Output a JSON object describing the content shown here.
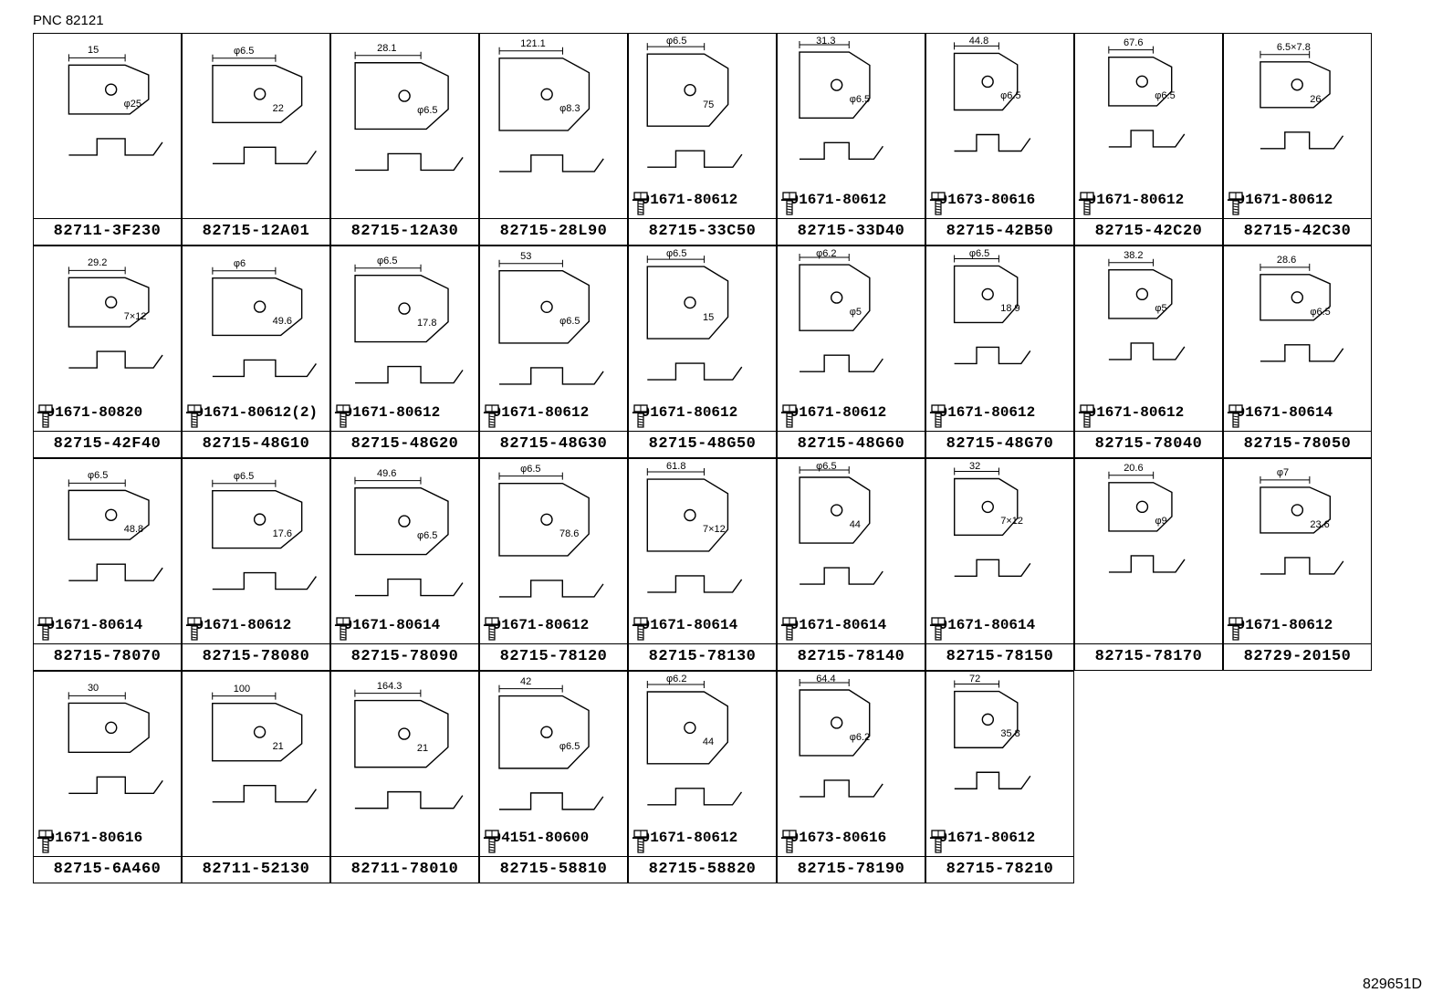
{
  "header": {
    "pnc": "PNC 82121"
  },
  "footer": {
    "doc_id": "829651D"
  },
  "cells": [
    {
      "part": "82711-3F230",
      "bolt": "",
      "dims": [
        "15",
        "φ25"
      ]
    },
    {
      "part": "82715-12A01",
      "bolt": "",
      "dims": [
        "φ6.5",
        "22"
      ]
    },
    {
      "part": "82715-12A30",
      "bolt": "",
      "dims": [
        "28.1",
        "φ6.5"
      ]
    },
    {
      "part": "82715-28L90",
      "bolt": "",
      "dims": [
        "121.1",
        "φ8.3"
      ]
    },
    {
      "part": "82715-33C50",
      "bolt": "91671-80612",
      "dims": [
        "φ6.5",
        "75"
      ]
    },
    {
      "part": "82715-33D40",
      "bolt": "91671-80612",
      "dims": [
        "31.3",
        "φ6.5"
      ]
    },
    {
      "part": "82715-42B50",
      "bolt": "91673-80616",
      "dims": [
        "44.8",
        "φ6.5"
      ]
    },
    {
      "part": "82715-42C20",
      "bolt": "91671-80612",
      "dims": [
        "67.6",
        "φ6.5"
      ]
    },
    {
      "part": "82715-42C30",
      "bolt": "91671-80612",
      "dims": [
        "6.5×7.8",
        "26"
      ]
    },
    {
      "part": "82715-42F40",
      "bolt": "91671-80820",
      "dims": [
        "29.2",
        "7×12"
      ]
    },
    {
      "part": "82715-48G10",
      "bolt": "91671-80612(2)",
      "dims": [
        "φ6",
        "49.6"
      ]
    },
    {
      "part": "82715-48G20",
      "bolt": "91671-80612",
      "dims": [
        "φ6.5",
        "17.8"
      ]
    },
    {
      "part": "82715-48G30",
      "bolt": "91671-80612",
      "dims": [
        "53",
        "φ6.5"
      ]
    },
    {
      "part": "82715-48G50",
      "bolt": "91671-80612",
      "dims": [
        "φ6.5",
        "15"
      ]
    },
    {
      "part": "82715-48G60",
      "bolt": "91671-80612",
      "dims": [
        "φ6.2",
        "φ5"
      ]
    },
    {
      "part": "82715-48G70",
      "bolt": "91671-80612",
      "dims": [
        "φ6.5",
        "18.9"
      ]
    },
    {
      "part": "82715-78040",
      "bolt": "91671-80612",
      "dims": [
        "38.2",
        "φ5"
      ]
    },
    {
      "part": "82715-78050",
      "bolt": "91671-80614",
      "dims": [
        "28.6",
        "φ6.5"
      ]
    },
    {
      "part": "82715-78070",
      "bolt": "91671-80614",
      "dims": [
        "φ6.5",
        "48.8"
      ]
    },
    {
      "part": "82715-78080",
      "bolt": "91671-80612",
      "dims": [
        "φ6.5",
        "17.6"
      ]
    },
    {
      "part": "82715-78090",
      "bolt": "91671-80614",
      "dims": [
        "49.6",
        "φ6.5"
      ]
    },
    {
      "part": "82715-78120",
      "bolt": "91671-80612",
      "dims": [
        "φ6.5",
        "78.6"
      ]
    },
    {
      "part": "82715-78130",
      "bolt": "91671-80614",
      "dims": [
        "61.8",
        "7×12"
      ]
    },
    {
      "part": "82715-78140",
      "bolt": "91671-80614",
      "dims": [
        "φ6.5",
        "44"
      ]
    },
    {
      "part": "82715-78150",
      "bolt": "91671-80614",
      "dims": [
        "32",
        "7×12"
      ]
    },
    {
      "part": "82715-78170",
      "bolt": "",
      "dims": [
        "20.6",
        "φ9"
      ]
    },
    {
      "part": "82729-20150",
      "bolt": "91671-80612",
      "dims": [
        "φ7",
        "23.6"
      ]
    },
    {
      "part": "82715-6A460",
      "bolt": "91671-80616",
      "dims": [
        "30",
        ""
      ]
    },
    {
      "part": "82711-52130",
      "bolt": "",
      "dims": [
        "100",
        "21"
      ]
    },
    {
      "part": "82711-78010",
      "bolt": "",
      "dims": [
        "164.3",
        "21"
      ]
    },
    {
      "part": "82715-58810",
      "bolt": "94151-80600",
      "dims": [
        "42",
        "φ6.5"
      ]
    },
    {
      "part": "82715-58820",
      "bolt": "91671-80612",
      "dims": [
        "φ6.2",
        "44"
      ]
    },
    {
      "part": "82715-78190",
      "bolt": "91673-80616",
      "dims": [
        "64.4",
        "φ6.2"
      ]
    },
    {
      "part": "82715-78210",
      "bolt": "91671-80612",
      "dims": [
        "72",
        "35.8"
      ]
    }
  ]
}
